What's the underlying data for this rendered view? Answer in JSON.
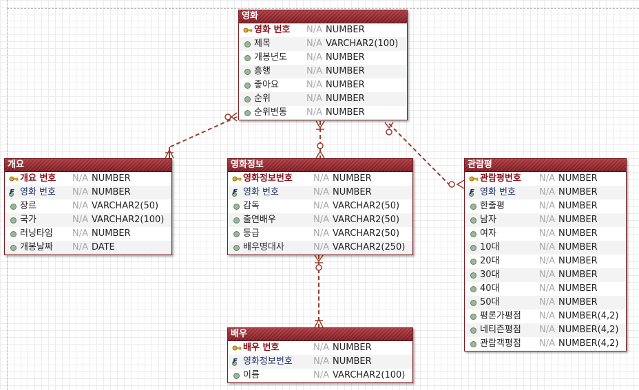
{
  "entities": {
    "movie": {
      "title": "영화",
      "columns": [
        {
          "name": "영화 번호",
          "na": "N/A",
          "type": "NUMBER"
        },
        {
          "name": "제목",
          "na": "N/A",
          "type": "VARCHAR2(100)"
        },
        {
          "name": "개봉년도",
          "na": "N/A",
          "type": "NUMBER"
        },
        {
          "name": "흥행",
          "na": "N/A",
          "type": "NUMBER"
        },
        {
          "name": "좋아요",
          "na": "N/A",
          "type": "NUMBER"
        },
        {
          "name": "순위",
          "na": "N/A",
          "type": "NUMBER"
        },
        {
          "name": "순위변동",
          "na": "N/A",
          "type": "NUMBER"
        }
      ]
    },
    "overview": {
      "title": "개요",
      "columns": [
        {
          "name": "개요 번호",
          "na": "N/A",
          "type": "NUMBER"
        },
        {
          "name": "영화 번호",
          "na": "N/A",
          "type": "NUMBER"
        },
        {
          "name": "장르",
          "na": "N/A",
          "type": "VARCHAR2(50)"
        },
        {
          "name": "국가",
          "na": "N/A",
          "type": "VARCHAR2(100)"
        },
        {
          "name": "러닝타임",
          "na": "N/A",
          "type": "NUMBER"
        },
        {
          "name": "개봉날짜",
          "na": "N/A",
          "type": "DATE"
        }
      ]
    },
    "movie_info": {
      "title": "영화정보",
      "columns": [
        {
          "name": "영화정보번호",
          "na": "N/A",
          "type": "NUMBER"
        },
        {
          "name": "영화 번호",
          "na": "N/A",
          "type": "NUMBER"
        },
        {
          "name": "감독",
          "na": "N/A",
          "type": "VARCHAR2(50)"
        },
        {
          "name": "출연배우",
          "na": "N/A",
          "type": "VARCHAR2(50)"
        },
        {
          "name": "등급",
          "na": "N/A",
          "type": "VARCHAR2(50)"
        },
        {
          "name": "배우명대사",
          "na": "N/A",
          "type": "VARCHAR2(250)"
        }
      ]
    },
    "review": {
      "title": "관람평",
      "columns": [
        {
          "name": "관람평번호",
          "na": "N/A",
          "type": "NUMBER"
        },
        {
          "name": "영화 번호",
          "na": "N/A",
          "type": "NUMBER"
        },
        {
          "name": "한줄평",
          "na": "N/A",
          "type": "NUMBER"
        },
        {
          "name": "남자",
          "na": "N/A",
          "type": "NUMBER"
        },
        {
          "name": "여자",
          "na": "N/A",
          "type": "NUMBER"
        },
        {
          "name": "10대",
          "na": "N/A",
          "type": "NUMBER"
        },
        {
          "name": "20대",
          "na": "N/A",
          "type": "NUMBER"
        },
        {
          "name": "30대",
          "na": "N/A",
          "type": "NUMBER"
        },
        {
          "name": "40대",
          "na": "N/A",
          "type": "NUMBER"
        },
        {
          "name": "50대",
          "na": "N/A",
          "type": "NUMBER"
        },
        {
          "name": "평론가평점",
          "na": "N/A",
          "type": "NUMBER(4,2)"
        },
        {
          "name": "네티즌평점",
          "na": "N/A",
          "type": "NUMBER(4,2)"
        },
        {
          "name": "관람객평점",
          "na": "N/A",
          "type": "NUMBER(4,2)"
        }
      ]
    },
    "actor": {
      "title": "배우",
      "columns": [
        {
          "name": "배우 번호",
          "na": "N/A",
          "type": "NUMBER"
        },
        {
          "name": "영화정보번호",
          "na": "N/A",
          "type": "NUMBER"
        },
        {
          "name": "이름",
          "na": "N/A",
          "type": "VARCHAR2(100)"
        }
      ]
    }
  },
  "colors": {
    "header": "#8b1d23",
    "relationship": "#9a3d2c",
    "primary_key": "#8b0d17",
    "foreign_key": "#1c2f66"
  },
  "icons": [
    "key-icon",
    "foreign-key-icon",
    "column-dot-icon"
  ]
}
